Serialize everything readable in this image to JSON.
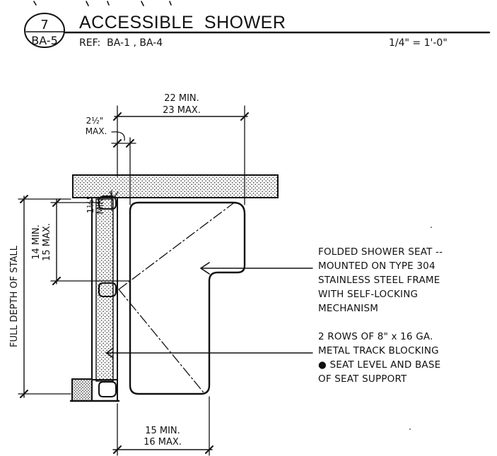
{
  "header": {
    "detail_number": "7",
    "sheet_ref": "BA-5",
    "title": "ACCESSIBLE  SHOWER",
    "reference": "REF:  BA-1 , BA-4",
    "scale": "1/4\" = 1'-0\""
  },
  "dimensions": {
    "seat_depth_min": "22 MIN.",
    "seat_depth_max": "23 MAX.",
    "wall_gap_value": "2½\"",
    "wall_gap_label": "MAX.",
    "clearance_value": "1½\"",
    "clearance_label": "MIN.",
    "seat_width_min": "14 MIN.",
    "seat_width_max": "15 MAX.",
    "stall_depth": "FULL DEPTH OF STALL",
    "front_min": "15 MIN.",
    "front_max": "16 MAX."
  },
  "notes": {
    "seat_note": [
      "FOLDED SHOWER SEAT --",
      "MOUNTED ON TYPE 304",
      "STAINLESS STEEL FRAME",
      "WITH SELF-LOCKING",
      "MECHANISM"
    ],
    "blocking_note": [
      "2 ROWS OF 8\" x 16 GA.",
      "METAL TRACK BLOCKING",
      "● SEAT LEVEL AND BASE",
      "OF SEAT SUPPORT"
    ]
  }
}
